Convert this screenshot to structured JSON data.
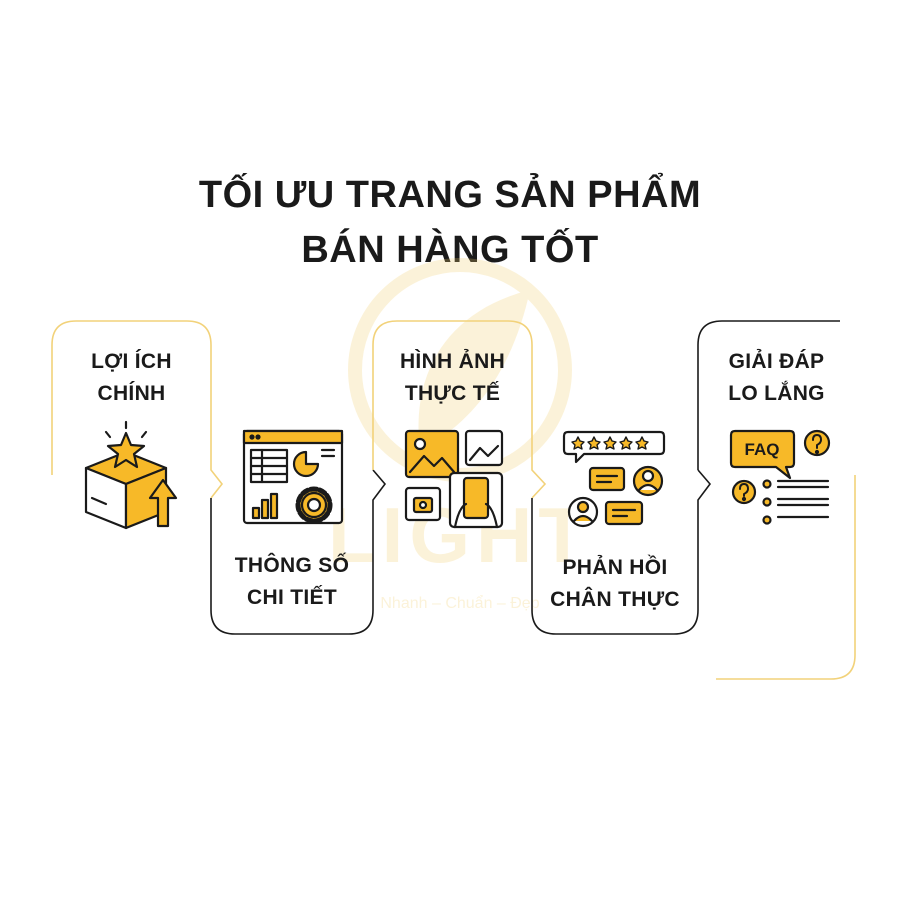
{
  "title": {
    "line1": "TỐI ƯU TRANG SẢN PHẨM",
    "line2": "BÁN HÀNG TỐT"
  },
  "steps": [
    {
      "label_line1": "LỢI ÍCH",
      "label_line2": "CHÍNH",
      "icon": "box-star-icon"
    },
    {
      "label_line1": "THÔNG SỐ",
      "label_line2": "CHI TIẾT",
      "icon": "dashboard-gear-icon"
    },
    {
      "label_line1": "HÌNH ẢNH",
      "label_line2": "THỰC TẾ",
      "icon": "photo-gallery-icon"
    },
    {
      "label_line1": "PHẢN HỒI",
      "label_line2": "CHÂN THỰC",
      "icon": "reviews-feedback-icon"
    },
    {
      "label_line1": "GIẢI ĐÁP",
      "label_line2": "LO LẮNG",
      "icon": "faq-icon"
    }
  ],
  "faq_icon_text": "FAQ",
  "watermark": {
    "word": "LIGHT",
    "slogan": "Nhanh – Chuẩn – Đẹp"
  },
  "colors": {
    "accent": "#F7B928",
    "accent_border": "#F2D27A",
    "outline": "#1A1A1A",
    "text": "#1A1A1A"
  }
}
